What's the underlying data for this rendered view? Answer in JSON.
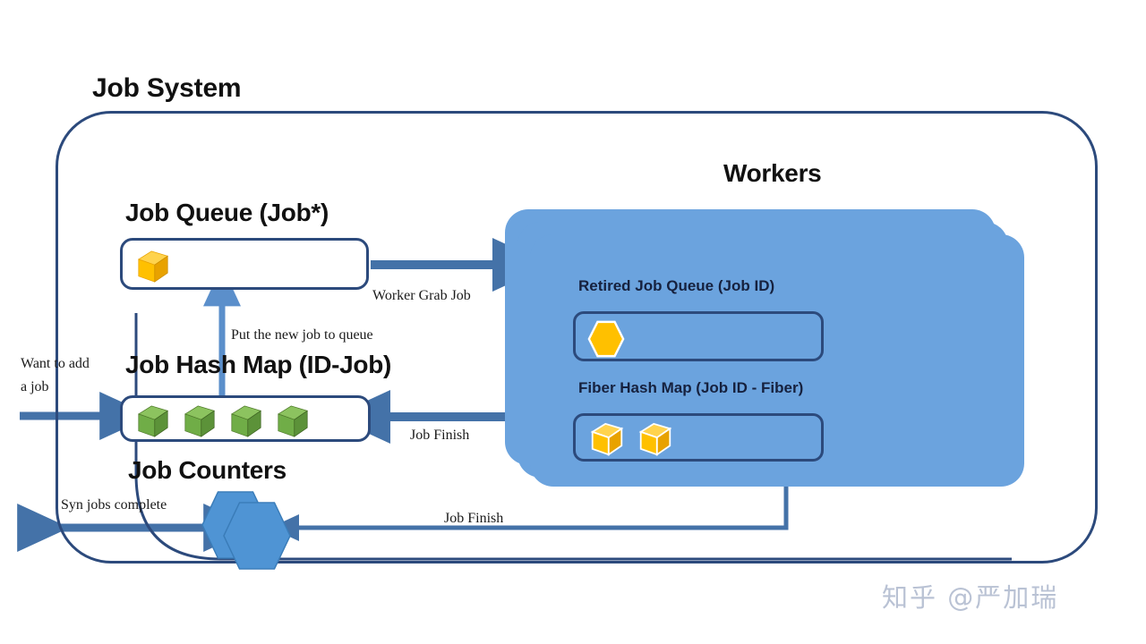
{
  "diagram": {
    "title": "Job System",
    "watermark": "知乎 @严加瑞"
  },
  "job_system": {
    "label": "Job System",
    "job_queue": {
      "title": "Job Queue (Job*)",
      "items": [
        {
          "icon": "yellow-cube-icon",
          "color": "#FFC000"
        }
      ]
    },
    "job_hash_map": {
      "title": "Job Hash Map (ID-Job)",
      "items": [
        {
          "icon": "green-cube-icon",
          "color": "#70AD47"
        },
        {
          "icon": "green-cube-icon",
          "color": "#70AD47"
        },
        {
          "icon": "green-cube-icon",
          "color": "#70AD47"
        },
        {
          "icon": "green-cube-icon",
          "color": "#70AD47"
        }
      ]
    },
    "job_counters": {
      "title": "Job Counters",
      "icon": "blue-hexagon-stack-icon",
      "color": "#4F94D4"
    }
  },
  "workers": {
    "title": "Workers",
    "card_count": 3,
    "card_color": "#6BA3DE",
    "retired_job_queue": {
      "title": "Retired Job Queue (Job ID)",
      "items": [
        {
          "icon": "yellow-hexagon-icon",
          "color": "#FFC000"
        }
      ]
    },
    "fiber_hash_map": {
      "title": "Fiber Hash Map (Job ID - Fiber)",
      "items": [
        {
          "icon": "yellow-cube-icon",
          "color": "#FFC000"
        },
        {
          "icon": "yellow-cube-icon",
          "color": "#FFC000"
        }
      ]
    }
  },
  "edges": [
    {
      "id": "want-to-add-a-job",
      "label_line1": "Want to add",
      "label_line2": "a job",
      "direction": "right"
    },
    {
      "id": "put-the-new-job-to-queue",
      "label": "Put the new job to queue",
      "direction": "up"
    },
    {
      "id": "worker-grab-job",
      "label": "Worker  Grab Job",
      "direction": "right"
    },
    {
      "id": "job-finish-hashmap",
      "label": "Job Finish",
      "direction": "left"
    },
    {
      "id": "job-finish-counters",
      "label": "Job Finish",
      "direction": "left"
    },
    {
      "id": "syn-jobs-complete",
      "label": "Syn jobs complete",
      "direction": "both"
    }
  ],
  "colors": {
    "outline_navy": "#2C4A7C",
    "arrow_blue": "#4472A8",
    "card_blue": "#6BA3DE",
    "cube_yellow": "#FFC000",
    "cube_green": "#70AD47",
    "hexagon_blue": "#4F94D4",
    "watermark_grey": "#B9C2D4"
  }
}
